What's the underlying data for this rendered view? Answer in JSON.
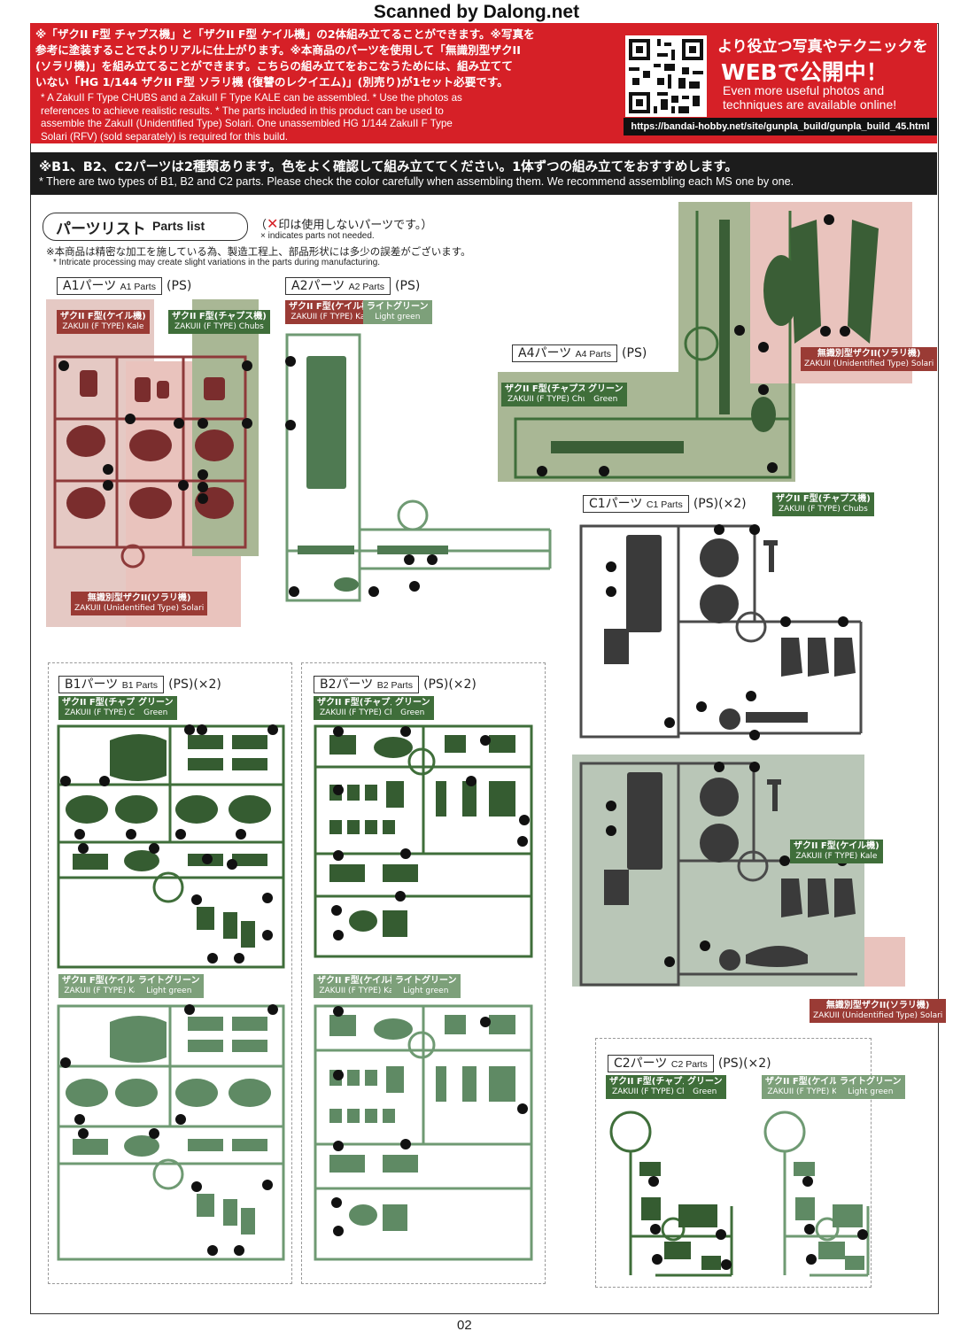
{
  "scanner": "Scanned by Dalong.net",
  "header": {
    "jp_lines": [
      "※「ザクII F型 チャプス機」と「ザクII F型 ケイル機」の2体組み立てることができます。※写真を",
      "参考に塗装することでよりリアルに仕上がります。※本商品のパーツを使用して「無識別型ザクII",
      "(ソラリ機)」を組み立てることができます。こちらの組み立てをおこなうためには、組み立てて",
      "いない「HG 1/144 ザクII F型 ソラリ機 (復讐のレクイエム)」(別売り)が1セット必要です。"
    ],
    "en_lines": [
      "* A ZakuII F Type CHUBS and a ZakuII F Type KALE can be assembled. * Use the photos as",
      "references to achieve realistic results. * The parts included in this product can be used to",
      "assemble the ZakuII (Unidentified Type) Solari. One unassembled HG 1/144 ZakuII F Type",
      "Solari (RFV) (sold separately) is required for this build."
    ],
    "web_jp1": "より役立つ写真やテクニックを",
    "web_jp2": "WEBで公開中！",
    "web_en1": "Even more useful photos and",
    "web_en2": "techniques are available online!",
    "url": "https://bandai-hobby.net/site/gunpla_build/gunpla_build_45.html"
  },
  "notice": {
    "jp": "※B1、B2、C2パーツは2種類あります。色をよく確認して組み立ててください。1体ずつの組み立てをおすすめします。",
    "en": "* There are two types of B1, B2 and C2 parts. Please check the color carefully when assembling them. We recommend assembling each MS one by one."
  },
  "partslist": {
    "jp": "パーツリスト",
    "en": "Parts list",
    "mark": "✕",
    "note_jp": "印は使用しないパーツです。）",
    "note_open": "（",
    "note_en": "× indicates parts not needed.",
    "note2_jp": "※本商品は精密な加工を施している為、製造工程上、部品形状には多少の誤差がございます。",
    "note2_en": "* Intricate processing may create slight variations in the parts during manufacturing."
  },
  "labels": {
    "kale_jp": "ザクII F型(ケイル機)",
    "kale_en": "ZAKUII (F TYPE) Kale",
    "chubs_jp": "ザクII F型(チャプス機)",
    "chubs_en": "ZAKUII (F TYPE) Chubs",
    "solari_jp": "無識別型ザクII(ソラリ機)",
    "solari_en": "ZAKUII (Unidentified Type) Solari",
    "green_jp": "グリーン",
    "green_en": "Green",
    "ltgreen_jp": "ライトグリーン",
    "ltgreen_en": "Light green"
  },
  "sections": {
    "a1": {
      "jp": "A1パーツ",
      "en": "A1 Parts",
      "ps": "(PS)"
    },
    "a2": {
      "jp": "A2パーツ",
      "en": "A2 Parts",
      "ps": "(PS)"
    },
    "a4": {
      "jp": "A4パーツ",
      "en": "A4 Parts",
      "ps": "(PS)"
    },
    "c1": {
      "jp": "C1パーツ",
      "en": "C1 Parts",
      "ps": "(PS)(×2)"
    },
    "b1": {
      "jp": "B1パーツ",
      "en": "B1 Parts",
      "ps": "(PS)(×2)"
    },
    "b2": {
      "jp": "B2パーツ",
      "en": "B2 Parts",
      "ps": "(PS)(×2)"
    },
    "c2": {
      "jp": "C2パーツ",
      "en": "C2 Parts",
      "ps": "(PS)(×2)"
    }
  },
  "page_number": "02",
  "colors": {
    "red": "#d62027",
    "runner_red": "#8e3a3a",
    "runner_green": "#3f6e3a",
    "runner_lightgreen": "#6f9a73",
    "runner_gray": "#4a4a4a",
    "bg_pink": "#e9c3bd",
    "bg_olive": "#a9b795",
    "bg_gray_green": "#b9c6b7"
  }
}
